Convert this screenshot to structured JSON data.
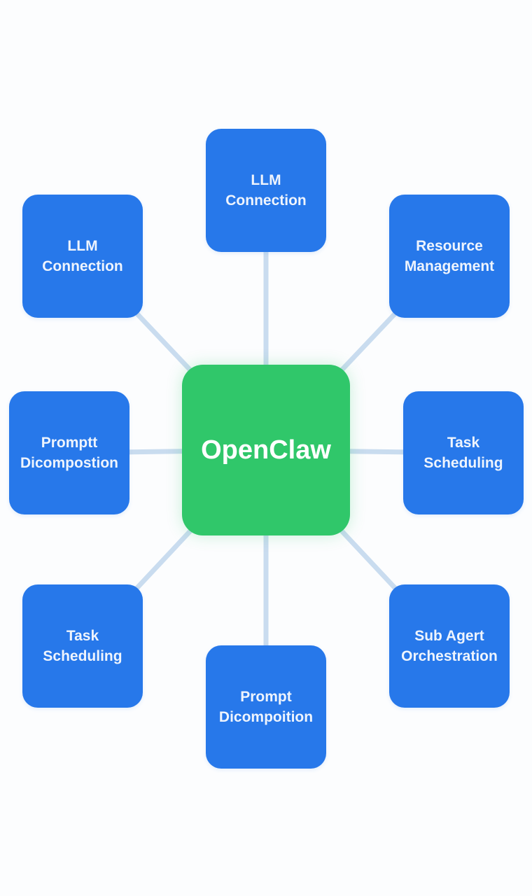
{
  "diagram": {
    "type": "hub-and-spoke",
    "colors": {
      "hub": "#30c76a",
      "node": "#2778ea",
      "edge": "#c9dcef",
      "text": "#eef4fd",
      "background": "#fcfdfe"
    },
    "hub": {
      "id": "hub",
      "label": "OpenClaw"
    },
    "nodes": [
      {
        "id": "top",
        "label": "LLM\nConnection"
      },
      {
        "id": "top-left",
        "label": "LLM\nConnection"
      },
      {
        "id": "top-right",
        "label": "Resource\nManagement"
      },
      {
        "id": "left",
        "label": "Promptt\nDicompostion"
      },
      {
        "id": "right",
        "label": "Task\nScheduling"
      },
      {
        "id": "bot-left",
        "label": "Task\nScheduling"
      },
      {
        "id": "bot-right",
        "label": "Sub Agert\nOrchestration"
      },
      {
        "id": "bottom",
        "label": "Prompt\nDicompoition"
      }
    ],
    "edges": [
      {
        "from": "hub",
        "to": "top"
      },
      {
        "from": "hub",
        "to": "top-left"
      },
      {
        "from": "hub",
        "to": "top-right"
      },
      {
        "from": "hub",
        "to": "left"
      },
      {
        "from": "hub",
        "to": "right"
      },
      {
        "from": "hub",
        "to": "bot-left"
      },
      {
        "from": "hub",
        "to": "bot-right"
      },
      {
        "from": "hub",
        "to": "bottom"
      }
    ]
  }
}
